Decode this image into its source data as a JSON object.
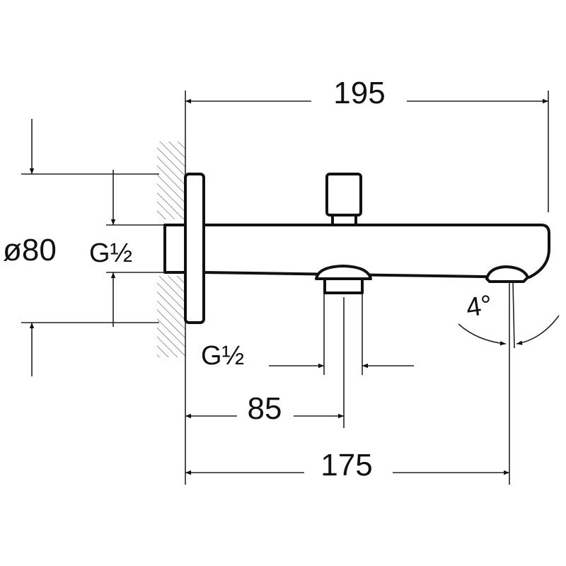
{
  "drawing": {
    "dimensions": {
      "overall_length": "195",
      "outlet_distance": "175",
      "diverter_distance": "85",
      "flange_diameter": "ø80",
      "wall_thread": "G½",
      "diverter_thread": "G½",
      "spout_angle": "4°"
    },
    "colors": {
      "line": "#111111",
      "background": "#ffffff"
    }
  }
}
